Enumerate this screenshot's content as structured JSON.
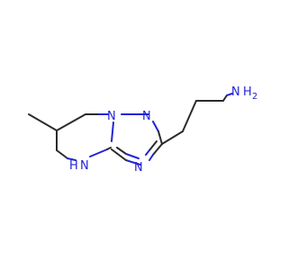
{
  "molecule": {
    "labels": {
      "amine_n": "N",
      "amine_h2": "H",
      "amine_h2_sub": "2",
      "ring_n_bridge": "N",
      "ring_n_top": "N",
      "ring_n_bottom": "N",
      "ring_nh_n": "N",
      "ring_nh_h": "H"
    },
    "colors": {
      "bond": "#2b2b2b",
      "nitrogen": "#2323d8",
      "background": "#ffffff"
    }
  }
}
